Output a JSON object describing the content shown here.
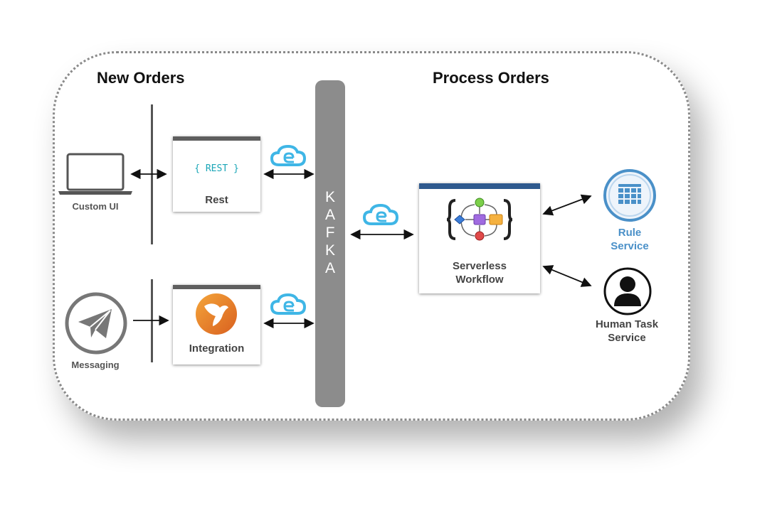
{
  "headings": {
    "new_orders": "New Orders",
    "process_orders": "Process Orders"
  },
  "sources": {
    "custom_ui": "Custom UI",
    "messaging": "Messaging"
  },
  "cards": {
    "rest": {
      "logo_text": "{ REST }",
      "label": "Rest"
    },
    "integration": {
      "label": "Integration"
    },
    "workflow": {
      "label_line1": "Serverless",
      "label_line2": "Workflow"
    }
  },
  "kafka": {
    "letters": [
      "K",
      "A",
      "F",
      "K",
      "A"
    ]
  },
  "services": {
    "rule": {
      "line1": "Rule",
      "line2": "Service"
    },
    "human_task": {
      "line1": "Human Task",
      "line2": "Service"
    }
  },
  "icons": {
    "laptop": "laptop-icon",
    "messaging": "paper-plane-icon",
    "cloud_event": "cloud-event-icon",
    "integration_logo": "camel-logo-icon",
    "workflow_logo": "workflow-diagram-icon",
    "rule": "table-grid-icon",
    "human": "person-icon"
  },
  "colors": {
    "card_header_gray": "#5f5f5f",
    "workflow_header": "#2f5a8e",
    "cloud_event": "#3fb6e6",
    "rule_blue": "#4a90c8",
    "kafka_gray": "#8c8c8c"
  }
}
